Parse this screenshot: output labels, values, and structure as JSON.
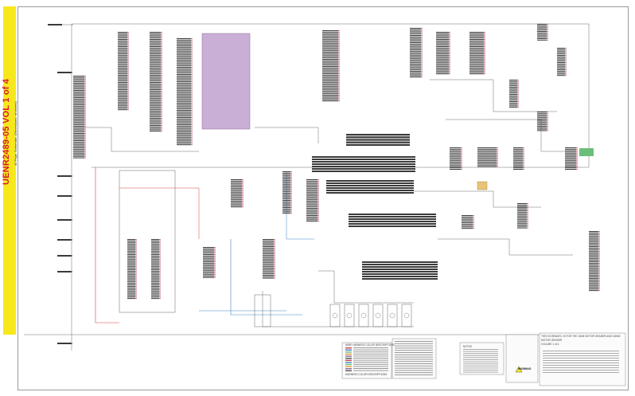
{
  "sheet": {
    "doc_tab": {
      "title": "UENR2489-05 VOL 1 of 4",
      "subtitle": "42 Page, Schematic, (Dimensions: all sheets)"
    },
    "legend_panel": {
      "title": "WIRE HARNESS COLOR DESCRIPTIONS",
      "subtitle": "HARNESS COLOR DESCRIPTIONS"
    },
    "notes_panel": {
      "title": "NOTES"
    },
    "warning_panel": {
      "title": "WARNING"
    },
    "title_block": {
      "line1": "THIS SCHEMATIC IS FOR THE 160M MOTOR GRADER AND 160M2",
      "line2": "MOTOR GRADER",
      "line3": "VOLUME 1 of 4"
    }
  },
  "colors": {
    "frame": "#9a9a9a",
    "wire": "#6b6b6b",
    "connector": "#3a3a3a",
    "purple_block": "#c9aed6",
    "tab_yellow": "#f7e81c",
    "tab_text_red": "#d8192c",
    "red_wire": "#d24545",
    "blue_wire": "#3a86c8",
    "green_block": "#6bbf7a",
    "orange_wire": "#e59a3a"
  }
}
